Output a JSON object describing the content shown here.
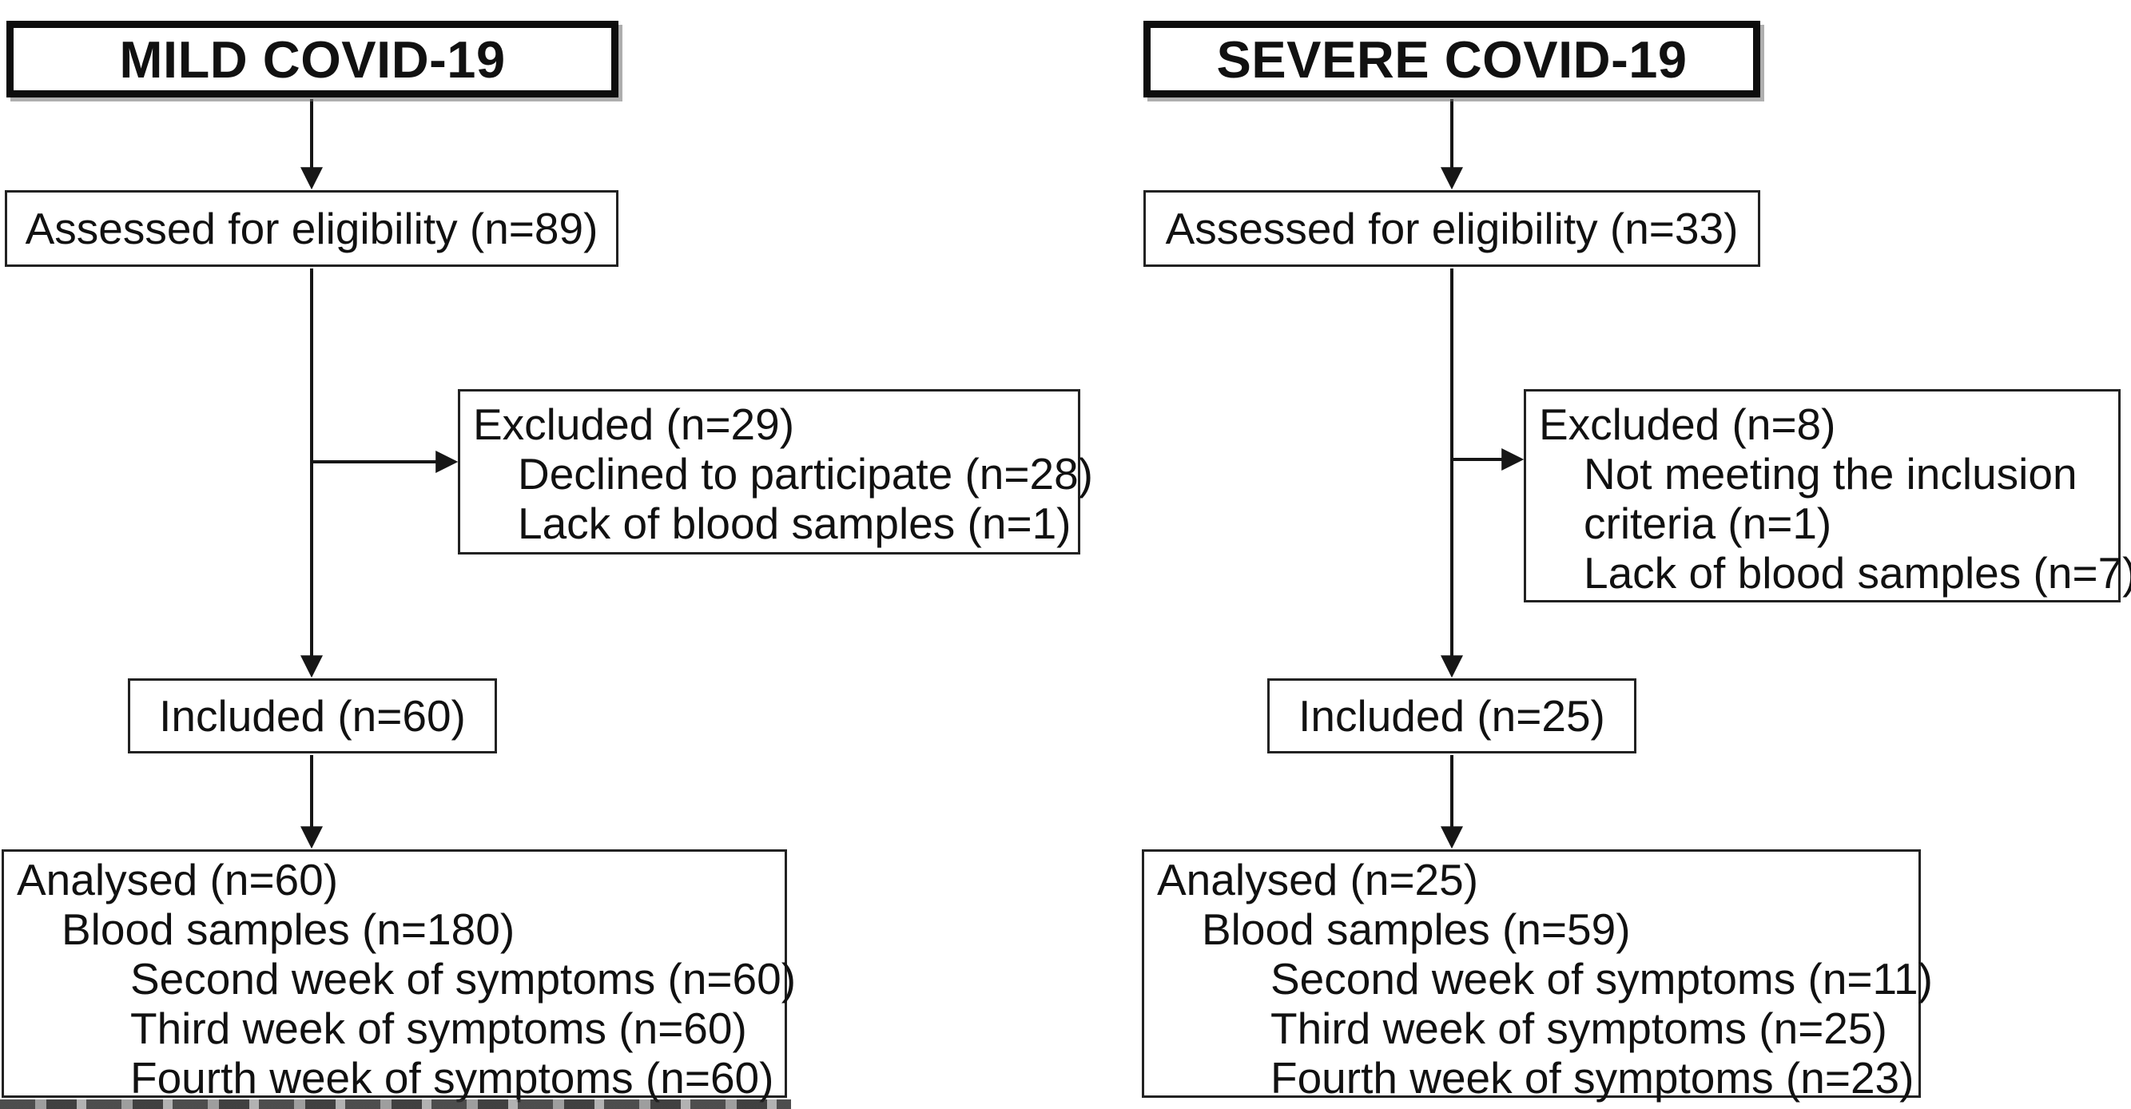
{
  "page": {
    "background": "#ffffff",
    "description": "CONSORT-style participant flow diagram with two arms"
  },
  "colors": {
    "text": "#111111",
    "connector_line": "#161616",
    "box_border": "#222222",
    "title_border": "#0d0d0d",
    "title_shadow": "#6e6e6e"
  },
  "columns": [
    {
      "id": "mild",
      "title": "MILD COVID-19",
      "assessed": "Assessed for eligibility (n=89)",
      "excluded_lines": [
        "Excluded (n=29)",
        "Declined to participate (n=28)",
        "Lack of blood samples (n=1)"
      ],
      "included": "Included (n=60)",
      "analysed_lines": [
        "Analysed (n=60)",
        "Blood samples (n=180)",
        "Second week of symptoms (n=60)",
        "Third week of symptoms (n=60)",
        "Fourth week of symptoms (n=60)"
      ]
    },
    {
      "id": "severe",
      "title": "SEVERE COVID-19",
      "assessed": "Assessed for eligibility (n=33)",
      "excluded_lines": [
        "Excluded (n=8)",
        "Not meeting the inclusion",
        "criteria (n=1)",
        "Lack of blood samples (n=7)"
      ],
      "included": "Included (n=25)",
      "analysed_lines": [
        "Analysed (n=25)",
        "Blood samples (n=59)",
        "Second week of symptoms (n=11)",
        "Third week of symptoms (n=25)",
        "Fourth week of symptoms (n=23)"
      ]
    }
  ]
}
